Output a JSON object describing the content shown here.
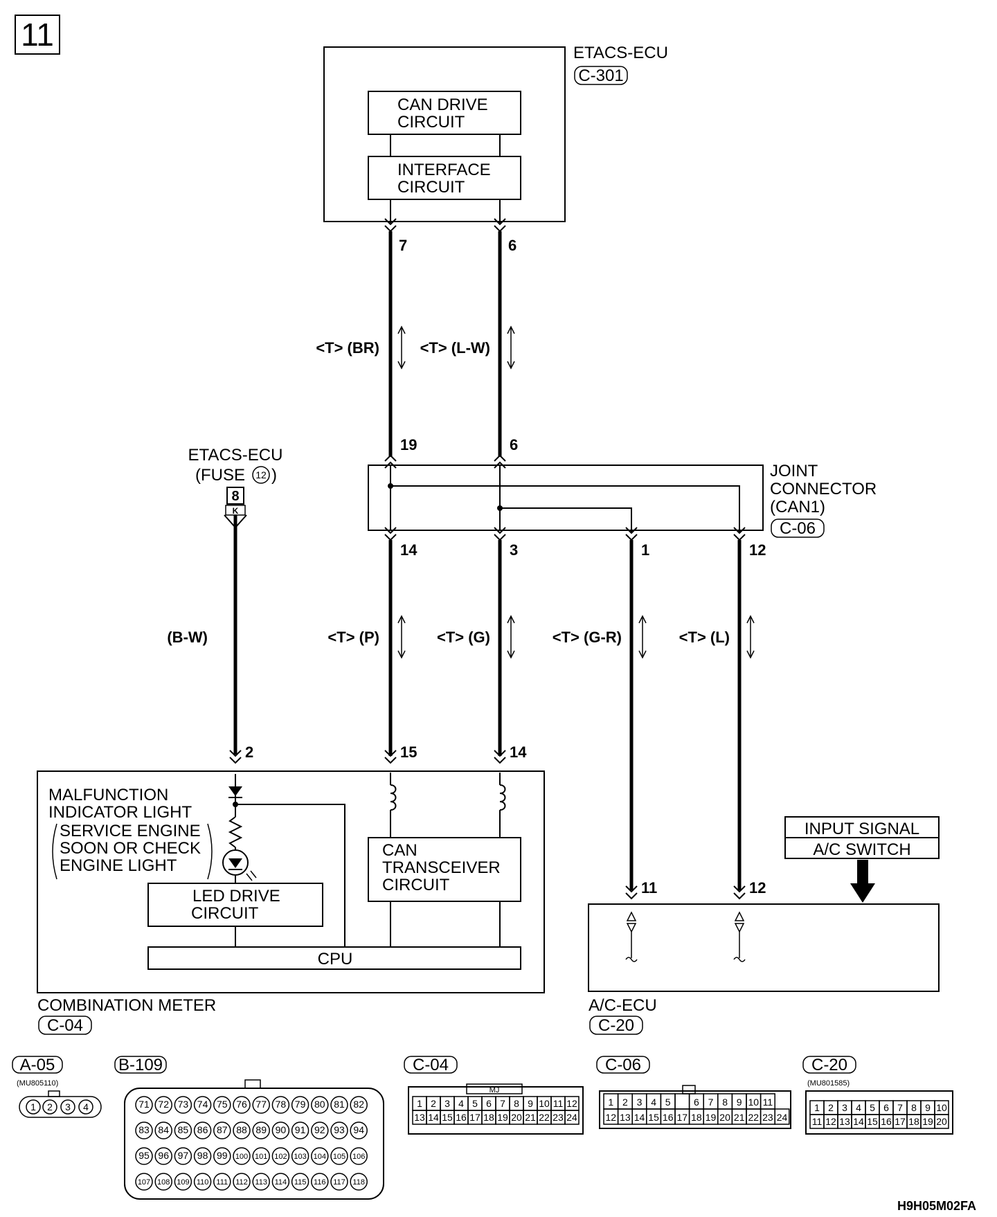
{
  "page_number": "11",
  "figure_code": "H9H05M02FA",
  "etacs_ecu": {
    "title": "ETACS-ECU",
    "connector": "C-301",
    "can_drive_circuit": [
      "CAN DRIVE",
      "CIRCUIT"
    ],
    "interface_circuit": [
      "INTERFACE",
      "CIRCUIT"
    ],
    "pin_left": "7",
    "pin_right": "6"
  },
  "wires_upper": {
    "left_label": "<T> (BR)",
    "right_label": "<T> (L-W)"
  },
  "fuse_source": {
    "title": "ETACS-ECU",
    "fuse_prefix": "(FUSE",
    "fuse_number": "12",
    "fuse_suffix": ")",
    "box_number": "8",
    "wire_label": "(B-W)",
    "pin_bottom": "2"
  },
  "joint_connector": {
    "lines": [
      "JOINT",
      "CONNECTOR",
      "(CAN1)"
    ],
    "connector": "C-06",
    "pin_top_left": "19",
    "pin_top_right": "6",
    "pin_bottom_1": "14",
    "pin_bottom_2": "3",
    "pin_bottom_3": "1",
    "pin_bottom_4": "12"
  },
  "wires_lower": {
    "label_p": "<T> (P)",
    "label_g": "<T> (G)",
    "label_gr": "<T> (G-R)",
    "label_l": "<T> (L)"
  },
  "combination_meter": {
    "title": "COMBINATION METER",
    "connector": "C-04",
    "pin_15": "15",
    "pin_14": "14",
    "mil_lines": [
      "MALFUNCTION",
      "INDICATOR LIGHT",
      "SERVICE ENGINE",
      "SOON OR CHECK",
      "ENGINE LIGHT"
    ],
    "led_drive": [
      "LED DRIVE",
      "CIRCUIT"
    ],
    "can_transceiver": [
      "CAN",
      "TRANSCEIVER",
      "CIRCUIT"
    ],
    "cpu": "CPU"
  },
  "ac_ecu": {
    "title": "A/C-ECU",
    "connector": "C-20",
    "pin_11": "11",
    "pin_12": "12",
    "input_signal": "INPUT SIGNAL",
    "ac_switch": "A/C SWITCH"
  },
  "connectors": {
    "a05": {
      "name": "A-05",
      "part": "(MU805110)",
      "pins": [
        "1",
        "2",
        "3",
        "4"
      ]
    },
    "b109": {
      "name": "B-109",
      "rows": [
        [
          "71",
          "72",
          "73",
          "74",
          "75",
          "76",
          "77",
          "78",
          "79",
          "80",
          "81",
          "82"
        ],
        [
          "83",
          "84",
          "85",
          "86",
          "87",
          "88",
          "89",
          "90",
          "91",
          "92",
          "93",
          "94"
        ],
        [
          "95",
          "96",
          "97",
          "98",
          "99",
          "100",
          "101",
          "102",
          "103",
          "104",
          "105",
          "106"
        ],
        [
          "107",
          "108",
          "109",
          "110",
          "111",
          "112",
          "113",
          "114",
          "115",
          "116",
          "117",
          "118"
        ]
      ]
    },
    "c04": {
      "name": "C-04",
      "mark": "MJ",
      "rows": [
        [
          "1",
          "2",
          "3",
          "4",
          "5",
          "6",
          "7",
          "8",
          "9",
          "10",
          "11",
          "12"
        ],
        [
          "13",
          "14",
          "15",
          "16",
          "17",
          "18",
          "19",
          "20",
          "21",
          "22",
          "23",
          "24"
        ]
      ]
    },
    "c06": {
      "name": "C-06",
      "rows": [
        [
          "1",
          "2",
          "3",
          "4",
          "5",
          "",
          "6",
          "7",
          "8",
          "9",
          "10",
          "11"
        ],
        [
          "12",
          "13",
          "14",
          "15",
          "16",
          "17",
          "18",
          "19",
          "20",
          "21",
          "22",
          "23",
          "24"
        ]
      ]
    },
    "c20": {
      "name": "C-20",
      "part": "(MU801585)",
      "rows": [
        [
          "1",
          "2",
          "3",
          "4",
          "5",
          "6",
          "7",
          "8",
          "9",
          "10"
        ],
        [
          "11",
          "12",
          "13",
          "14",
          "15",
          "16",
          "17",
          "18",
          "19",
          "20"
        ]
      ]
    }
  }
}
